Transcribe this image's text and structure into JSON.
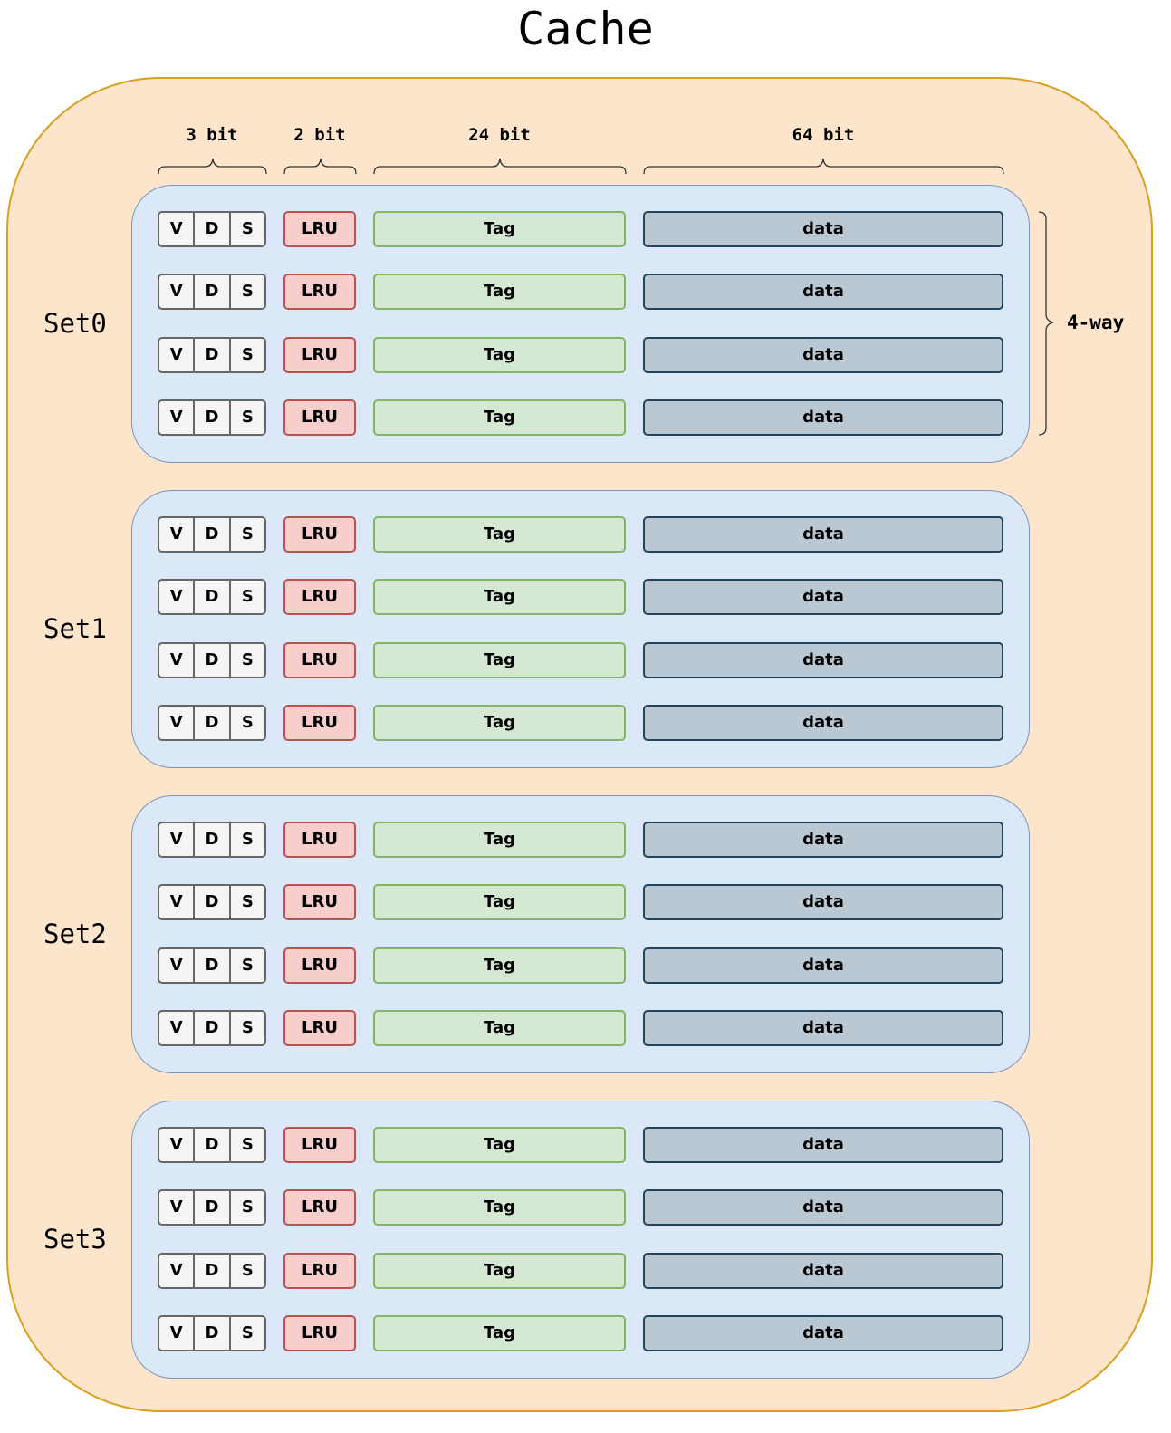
{
  "title": "Cache",
  "field_widths": [
    "3 bit",
    "2 bit",
    "24 bit",
    "64 bit"
  ],
  "way_label": "4-way",
  "line_fields": {
    "status_bits": [
      "V",
      "D",
      "S"
    ],
    "lru": "LRU",
    "tag": "Tag",
    "data": "data"
  },
  "sets": [
    {
      "label": "Set0",
      "ways": 4
    },
    {
      "label": "Set1",
      "ways": 4
    },
    {
      "label": "Set2",
      "ways": 4
    },
    {
      "label": "Set3",
      "ways": 4
    }
  ],
  "colors": {
    "cache_fill": "#fde5cc",
    "cache_border": "#d8a021",
    "set_fill": "#dae8f8",
    "set_border": "#7d95bd",
    "status_fill": "#f5f5f5",
    "lru_fill": "#f8cecc",
    "lru_border": "#b85450",
    "tag_fill": "#d5e8d4",
    "tag_border": "#82b366",
    "data_fill": "#bac8d3",
    "data_border": "#23445d"
  }
}
